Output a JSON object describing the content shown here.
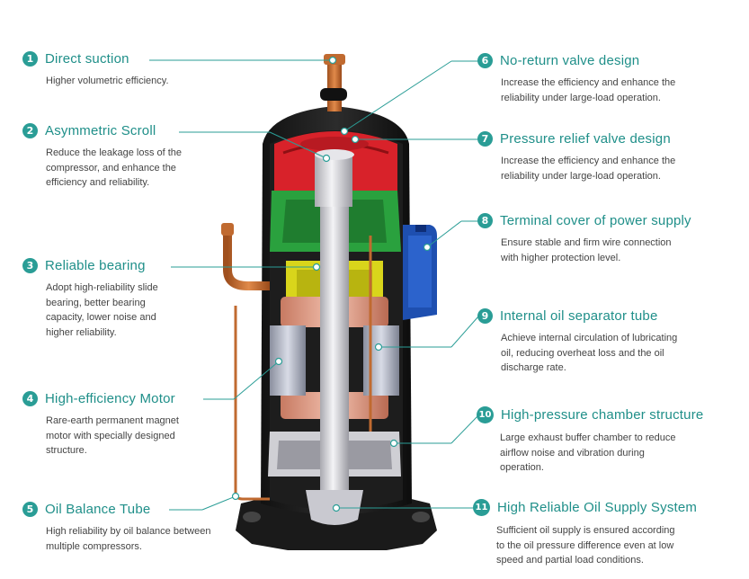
{
  "features": [
    {
      "n": "1",
      "title": "Direct suction",
      "desc": [
        "Higher volumetric efficiency."
      ]
    },
    {
      "n": "2",
      "title": "Asymmetric Scroll",
      "desc": [
        "Reduce the leakage loss of the",
        "compressor, and enhance the",
        "efficiency and reliability."
      ]
    },
    {
      "n": "3",
      "title": "Reliable bearing",
      "desc": [
        "Adopt high-reliability slide",
        "bearing, better bearing",
        "capacity, lower noise and",
        "higher reliability."
      ]
    },
    {
      "n": "4",
      "title": "High-efficiency Motor",
      "desc": [
        "Rare-earth permanent magnet",
        "motor with specially designed",
        "structure."
      ]
    },
    {
      "n": "5",
      "title": "Oil Balance Tube",
      "desc": [
        "High reliability by oil balance between",
        "multiple compressors."
      ]
    },
    {
      "n": "6",
      "title": "No-return valve design",
      "desc": [
        "Increase the efficiency and enhance the",
        "reliability under large-load operation."
      ]
    },
    {
      "n": "7",
      "title": "Pressure relief valve design",
      "desc": [
        "Increase the efficiency and enhance the",
        "reliability under large-load operation."
      ]
    },
    {
      "n": "8",
      "title": "Terminal cover of power supply",
      "desc": [
        "Ensure stable and firm wire connection",
        "with higher protection level."
      ]
    },
    {
      "n": "9",
      "title": "Internal oil separator tube",
      "desc": [
        "Achieve internal circulation of lubricating",
        "oil, reducing overheat loss and the oil",
        "discharge rate."
      ]
    },
    {
      "n": "10",
      "title": "High-pressure chamber structure",
      "desc": [
        "Large exhaust buffer chamber to reduce",
        "airflow noise and vibration during",
        "operation."
      ]
    },
    {
      "n": "11",
      "title": "High Reliable Oil Supply System",
      "desc": [
        "Sufficient oil supply is ensured according",
        "to the oil pressure difference even at low",
        "speed and partial load conditions."
      ]
    }
  ],
  "colors": {
    "accent": "#2a9d96",
    "title": "#1f8f89",
    "text": "#444444",
    "leader": "#2a9d96"
  }
}
